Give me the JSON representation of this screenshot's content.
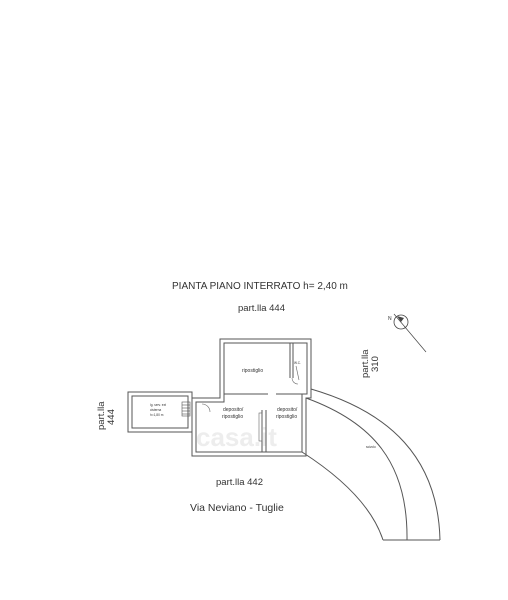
{
  "plan": {
    "title": "PIANTA PIANO INTERRATO h= 2,40 m",
    "neighbor_top": "part.lla  444",
    "neighbor_left_line1": "part.lla",
    "neighbor_left_line2": "444",
    "neighbor_right_line1": "part.lla",
    "neighbor_right_line2": "310",
    "neighbor_bottom": "part.lla  442",
    "street": "Via Neviano - Tuglie",
    "north_label": "N"
  },
  "rooms": {
    "ripostiglio": "ripostiglio",
    "wc": "W.C.",
    "deposito_left_line1": "deposito/",
    "deposito_left_line2": "ripostiglio",
    "deposito_right_line1": "deposito/",
    "deposito_right_line2": "ripostiglio",
    "small_room_line1": "lg. serv. ext",
    "small_room_line2": "cisterna",
    "small_room_line3": "h=1,80 m",
    "ramp": "scivolo"
  },
  "watermark": "casa.it"
}
